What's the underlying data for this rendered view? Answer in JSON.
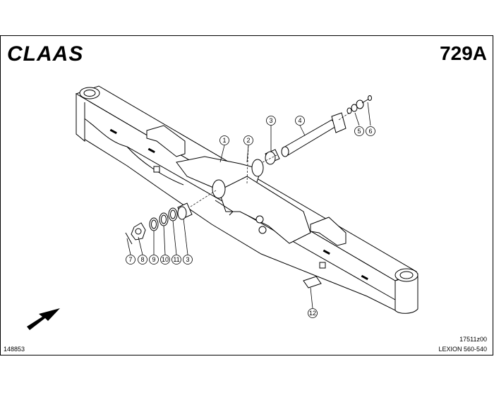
{
  "header": {
    "brand": "CLAAS",
    "page_code": "729A"
  },
  "footer": {
    "doc_number": "148853",
    "reference_code": "17511z00",
    "model": "LEXION 560-540"
  },
  "callouts": [
    {
      "id": "c1",
      "label": "1"
    },
    {
      "id": "c2",
      "label": "2"
    },
    {
      "id": "c3a",
      "label": "3"
    },
    {
      "id": "c4",
      "label": "4"
    },
    {
      "id": "c5",
      "label": "5"
    },
    {
      "id": "c6",
      "label": "6"
    },
    {
      "id": "c7",
      "label": "7"
    },
    {
      "id": "c8",
      "label": "8"
    },
    {
      "id": "c9",
      "label": "9"
    },
    {
      "id": "c10",
      "label": "10"
    },
    {
      "id": "c11",
      "label": "11"
    },
    {
      "id": "c3b",
      "label": "3"
    },
    {
      "id": "c12",
      "label": "12"
    }
  ]
}
